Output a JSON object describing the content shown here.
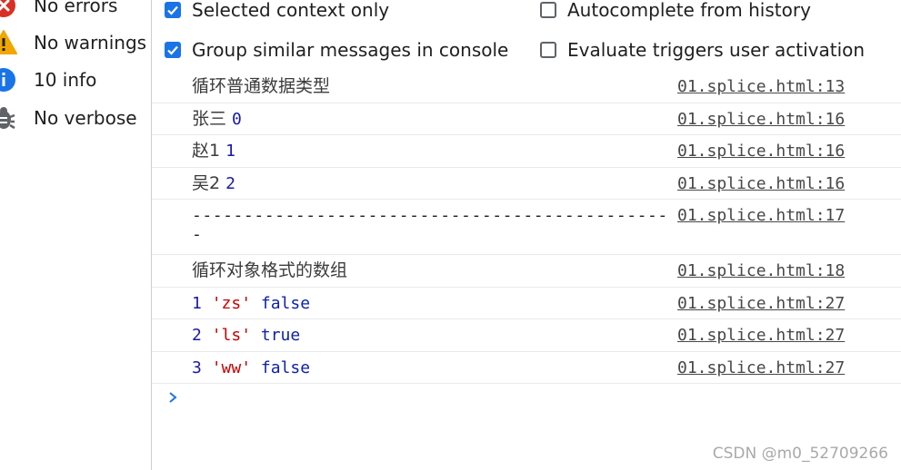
{
  "sidebar": {
    "items": [
      {
        "label": "No errors",
        "icon": "error-icon",
        "color": "#d93025"
      },
      {
        "label": "No warnings",
        "icon": "warning-icon",
        "color": "#f2a600"
      },
      {
        "label": "10 info",
        "icon": "info-icon",
        "color": "#1a73e8"
      },
      {
        "label": "No verbose",
        "icon": "bug-icon",
        "color": "#5f6368"
      }
    ]
  },
  "settings": {
    "options": [
      {
        "label": "Selected context only",
        "checked": true
      },
      {
        "label": "Autocomplete from history",
        "checked": false
      },
      {
        "label": "Group similar messages in console",
        "checked": true
      },
      {
        "label": "Evaluate triggers user activation",
        "checked": false
      }
    ]
  },
  "console": {
    "messages": [
      {
        "parts": [
          {
            "text": "循环普通数据类型",
            "kind": "text"
          }
        ],
        "source": "01.splice.html:13"
      },
      {
        "parts": [
          {
            "text": "张三 ",
            "kind": "text"
          },
          {
            "text": "0",
            "kind": "number"
          }
        ],
        "source": "01.splice.html:16"
      },
      {
        "parts": [
          {
            "text": "赵1 ",
            "kind": "text"
          },
          {
            "text": "1",
            "kind": "number"
          }
        ],
        "source": "01.splice.html:16"
      },
      {
        "parts": [
          {
            "text": "吴2 ",
            "kind": "text"
          },
          {
            "text": "2",
            "kind": "number"
          }
        ],
        "source": "01.splice.html:16"
      },
      {
        "parts": [
          {
            "text": "-----------------------------------------------",
            "kind": "dash"
          }
        ],
        "source": "01.splice.html:17"
      },
      {
        "parts": [
          {
            "text": "循环对象格式的数组",
            "kind": "text"
          }
        ],
        "source": "01.splice.html:18"
      },
      {
        "parts": [
          {
            "text": "1 ",
            "kind": "number"
          },
          {
            "text": "'zs'",
            "kind": "string"
          },
          {
            "text": " false",
            "kind": "bool"
          }
        ],
        "source": "01.splice.html:27"
      },
      {
        "parts": [
          {
            "text": "2 ",
            "kind": "number"
          },
          {
            "text": "'ls'",
            "kind": "string"
          },
          {
            "text": " true",
            "kind": "bool"
          }
        ],
        "source": "01.splice.html:27"
      },
      {
        "parts": [
          {
            "text": "3 ",
            "kind": "number"
          },
          {
            "text": "'ww'",
            "kind": "string"
          },
          {
            "text": " false",
            "kind": "bool"
          }
        ],
        "source": "01.splice.html:27"
      }
    ],
    "prompt_icon": "chevron-right-icon"
  },
  "watermark": "CSDN @m0_52709266",
  "colors": {
    "accent": "#1a73e8",
    "string": "#c80000",
    "number": "#1a1aa6",
    "divider": "#cbcdd1"
  }
}
